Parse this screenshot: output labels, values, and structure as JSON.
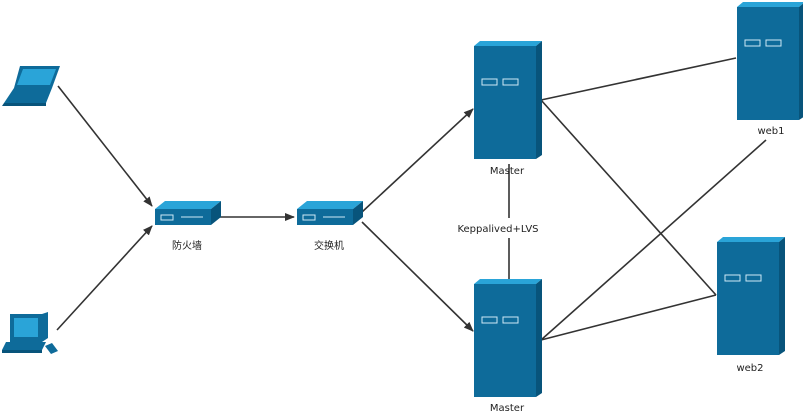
{
  "colors": {
    "device_fill": "#0e6b9a",
    "device_top": "#1d8ec3",
    "device_side": "#08547b",
    "device_highlight": "#2aa4d8",
    "connector": "#333333",
    "label": "#222222"
  },
  "nodes": {
    "laptop": {
      "icon": "laptop-icon"
    },
    "desktop": {
      "icon": "desktop-computer-icon"
    },
    "firewall": {
      "label": "防火墙",
      "icon": "firewall-icon"
    },
    "switch": {
      "label": "交换机",
      "icon": "switch-icon"
    },
    "master_top": {
      "label": "Master",
      "icon": "server-icon"
    },
    "master_bottom": {
      "label": "Master",
      "icon": "server-icon"
    },
    "web1": {
      "label": "web1",
      "icon": "server-icon"
    },
    "web2": {
      "label": "web2",
      "icon": "server-icon"
    }
  },
  "links": {
    "keepalived_label": "Keppalived+LVS"
  }
}
